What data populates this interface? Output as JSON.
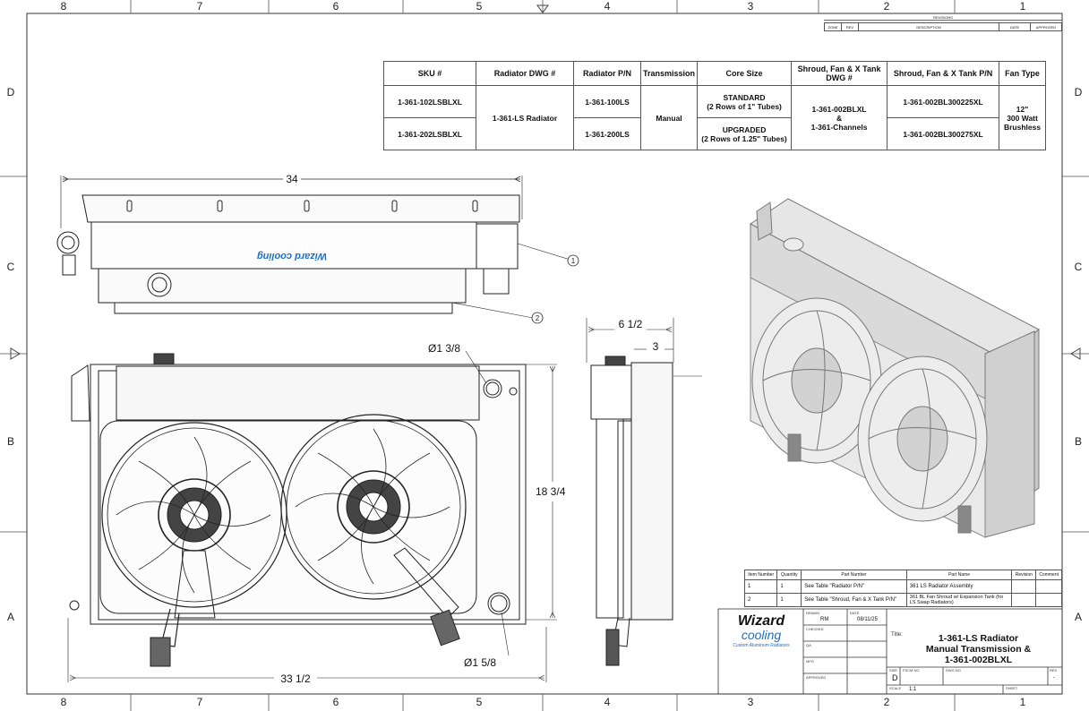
{
  "border": {
    "columns": [
      "8",
      "7",
      "6",
      "5",
      "4",
      "3",
      "2",
      "1"
    ],
    "rows": [
      "D",
      "C",
      "B",
      "A"
    ]
  },
  "revisions": {
    "title": "REVISIONS",
    "headers": [
      "ZONE",
      "REV",
      "DESCRIPTION",
      "DATE",
      "APPROVED"
    ]
  },
  "sku_table": {
    "headers": [
      "SKU #",
      "Radiator DWG #",
      "Radiator P/N",
      "Transmission",
      "Core Size",
      "Shroud, Fan & X Tank DWG #",
      "Shroud, Fan & X Tank P/N",
      "Fan Type"
    ],
    "sku1": "1-361-102LSBLXL",
    "sku2": "1-361-202LSBLXL",
    "radiator_dwg": "1-361-LS Radiator",
    "radiator_pn1": "1-361-100LS",
    "radiator_pn2": "1-361-200LS",
    "transmission": "Manual",
    "core1_line1": "STANDARD",
    "core1_line2": "(2 Rows of 1\" Tubes)",
    "core2_line1": "UPGRADED",
    "core2_line2": "(2 Rows of 1.25\" Tubes)",
    "shroud_dwg_line1": "1-361-002BLXL",
    "shroud_dwg_line2": "&",
    "shroud_dwg_line3": "1-361-Channels",
    "shroud_pn1": "1-361-002BL300225XL",
    "shroud_pn2": "1-361-002BL300275XL",
    "fan_line1": "12\"",
    "fan_line2": "300 Watt",
    "fan_line3": "Brushless"
  },
  "dimensions": {
    "top_width": "34",
    "front_width": "33 1/2",
    "front_height": "18 3/4",
    "hole_top": "Ø1 3/8",
    "hole_bottom": "Ø1 5/8",
    "side_depth": "6 1/2",
    "side_core": "3"
  },
  "balloons": [
    "1",
    "2"
  ],
  "top_view_logo": "Wizard cooling",
  "bom": {
    "headers": [
      "Item Number",
      "Quantity",
      "Part Number",
      "Part Name",
      "Revision",
      "Comment"
    ],
    "rows": [
      {
        "item": "1",
        "qty": "1",
        "part": "See Table \"Radiator P/N\"",
        "name": "361 LS Radiator Assembly"
      },
      {
        "item": "2",
        "qty": "1",
        "part": "See Table \"Shroud, Fan & X Tank P/N\"",
        "name": "361 BL Fan Shroud w/ Expansion Tank (for LS Swap Radiators)"
      }
    ]
  },
  "title_block": {
    "logo_main": "Wizard",
    "logo_sub": "cooling",
    "logo_tag": "Custom Aluminum Radiators",
    "drawn_label": "DRAWN",
    "drawn_by": "RM",
    "date_label": "DATE",
    "date": "08/11/25",
    "checked_label": "CHECKED",
    "qa_label": "QA",
    "mfg_label": "MFG",
    "approved_label": "APPROVED",
    "title_label": "Title:",
    "title_line1": "1-361-LS Radiator",
    "title_line2": "Manual Transmission &",
    "title_line3": "1-361-002BLXL",
    "size_label": "SIZE",
    "size": "D",
    "fscm_label": "FSCM NO",
    "dwg_label": "DWG NO",
    "rev_label": "REV",
    "rev": "-",
    "scale_label": "SCALE",
    "scale": "1:1",
    "sheet_label": "SHEET"
  },
  "colors": {
    "line": "#222222",
    "metal": "#e2e2e2",
    "metal_dark": "#b8b8b8",
    "logo_blue": "#1f6fc0"
  }
}
